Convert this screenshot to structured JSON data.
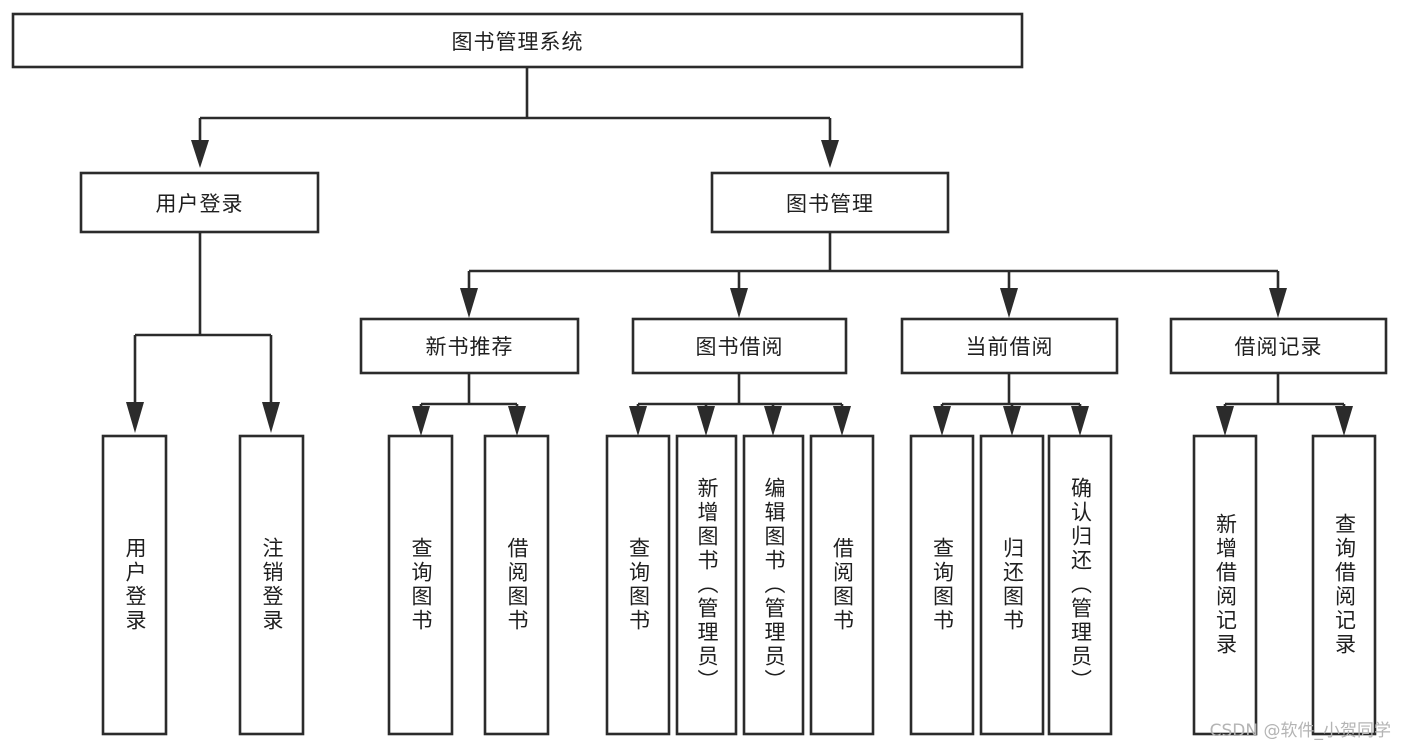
{
  "diagram": {
    "title": "图书管理系统",
    "watermark": "CSDN @软件_小贺同学",
    "type": "tree-hierarchy",
    "root": {
      "label": "图书管理系统",
      "children": [
        {
          "label": "用户登录",
          "children": [
            {
              "label": "用户登录"
            },
            {
              "label": "注销登录"
            }
          ]
        },
        {
          "label": "图书管理",
          "children": [
            {
              "label": "新书推荐",
              "children": [
                {
                  "label": "查询图书"
                },
                {
                  "label": "借阅图书"
                }
              ]
            },
            {
              "label": "图书借阅",
              "children": [
                {
                  "label": "查询图书"
                },
                {
                  "label": "新增图书（管理员）"
                },
                {
                  "label": "编辑图书（管理员）"
                },
                {
                  "label": "借阅图书"
                }
              ]
            },
            {
              "label": "当前借阅",
              "children": [
                {
                  "label": "查询图书"
                },
                {
                  "label": "归还图书"
                },
                {
                  "label": "确认归还（管理员）"
                }
              ]
            },
            {
              "label": "借阅记录",
              "children": [
                {
                  "label": "新增借阅记录"
                },
                {
                  "label": "查询借阅记录"
                }
              ]
            }
          ]
        }
      ]
    }
  },
  "nodes": {
    "root_title": "图书管理系统",
    "level2": {
      "user_login": "用户登录",
      "book_manage": "图书管理"
    },
    "level3": {
      "new_book_rec": "新书推荐",
      "book_borrow": "图书借阅",
      "current_borrow": "当前借阅",
      "borrow_record": "借阅记录"
    },
    "leaves": {
      "user_login_1": "用户登录",
      "user_login_2": "注销登录",
      "new_book_1": "查询图书",
      "new_book_2": "借阅图书",
      "borrow_1": "查询图书",
      "borrow_2": "新增图书（管理员）",
      "borrow_3": "编辑图书（管理员）",
      "borrow_4": "借阅图书",
      "current_1": "查询图书",
      "current_2": "归还图书",
      "current_3": "确认归还（管理员）",
      "record_1": "新增借阅记录",
      "record_2": "查询借阅记录"
    }
  },
  "colors": {
    "stroke": "#2b2b2b",
    "fill": "#ffffff",
    "text": "#1f1f1f",
    "watermark": "#b4b4b4"
  }
}
